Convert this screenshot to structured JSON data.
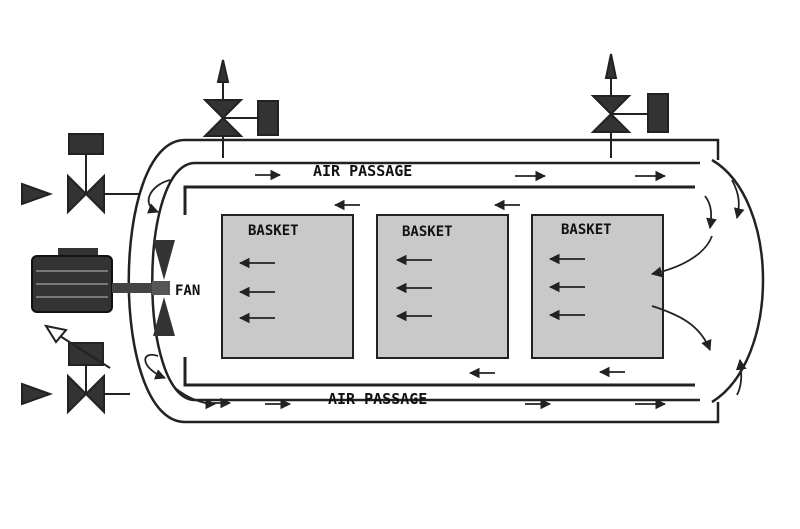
{
  "labels": {
    "air_passage_top": "AIR PASSAGE",
    "air_passage_bottom": "AIR PASSAGE",
    "basket_1": "BASKET",
    "basket_2": "BASKET",
    "basket_3": "BASKET",
    "fan": "FAN"
  },
  "colors": {
    "line": "#222222",
    "basket_fill": "#c9c9c9",
    "motor_fill": "#333333",
    "background": "#ffffff"
  },
  "icons": {
    "valve": "bowtie-valve-icon",
    "actuator": "square-actuator-icon",
    "flow": "triangle-flow-icon",
    "motor": "electric-motor-icon",
    "fan": "fan-blade-icon"
  }
}
